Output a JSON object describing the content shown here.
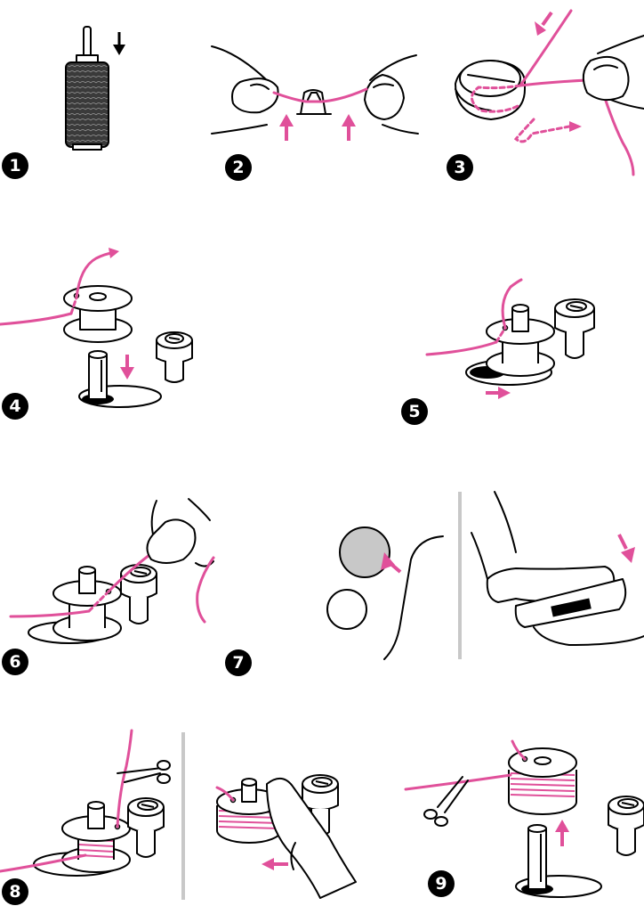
{
  "colors": {
    "thread": "#e0509a",
    "ink": "#000000",
    "divider": "#c8c8c8",
    "button_grey": "#c8c8c8"
  },
  "steps": [
    {
      "number": "1"
    },
    {
      "number": "2"
    },
    {
      "number": "3"
    },
    {
      "number": "4"
    },
    {
      "number": "5"
    },
    {
      "number": "6"
    },
    {
      "number": "7"
    },
    {
      "number": "8"
    },
    {
      "number": "9"
    }
  ],
  "icons": [
    "thread-spool-icon",
    "thread-guide-icon",
    "tension-disc-icon",
    "bobbin-icon",
    "bobbin-winder-spindle-icon",
    "bobbin-stopper-icon",
    "hand-icon",
    "finger-icon",
    "foot-pedal-icon",
    "scissors-icon",
    "arrow-icon",
    "start-stop-button-icon"
  ]
}
